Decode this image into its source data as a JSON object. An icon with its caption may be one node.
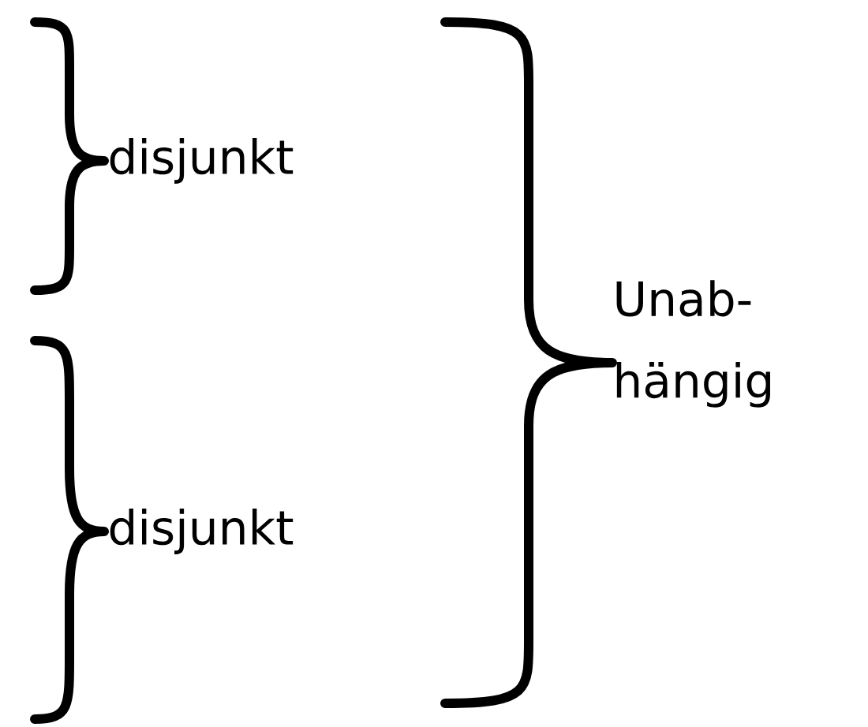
{
  "diagram": {
    "labels": [
      "disjunkt",
      "disjunkt",
      "Unab- hängig"
    ]
  }
}
